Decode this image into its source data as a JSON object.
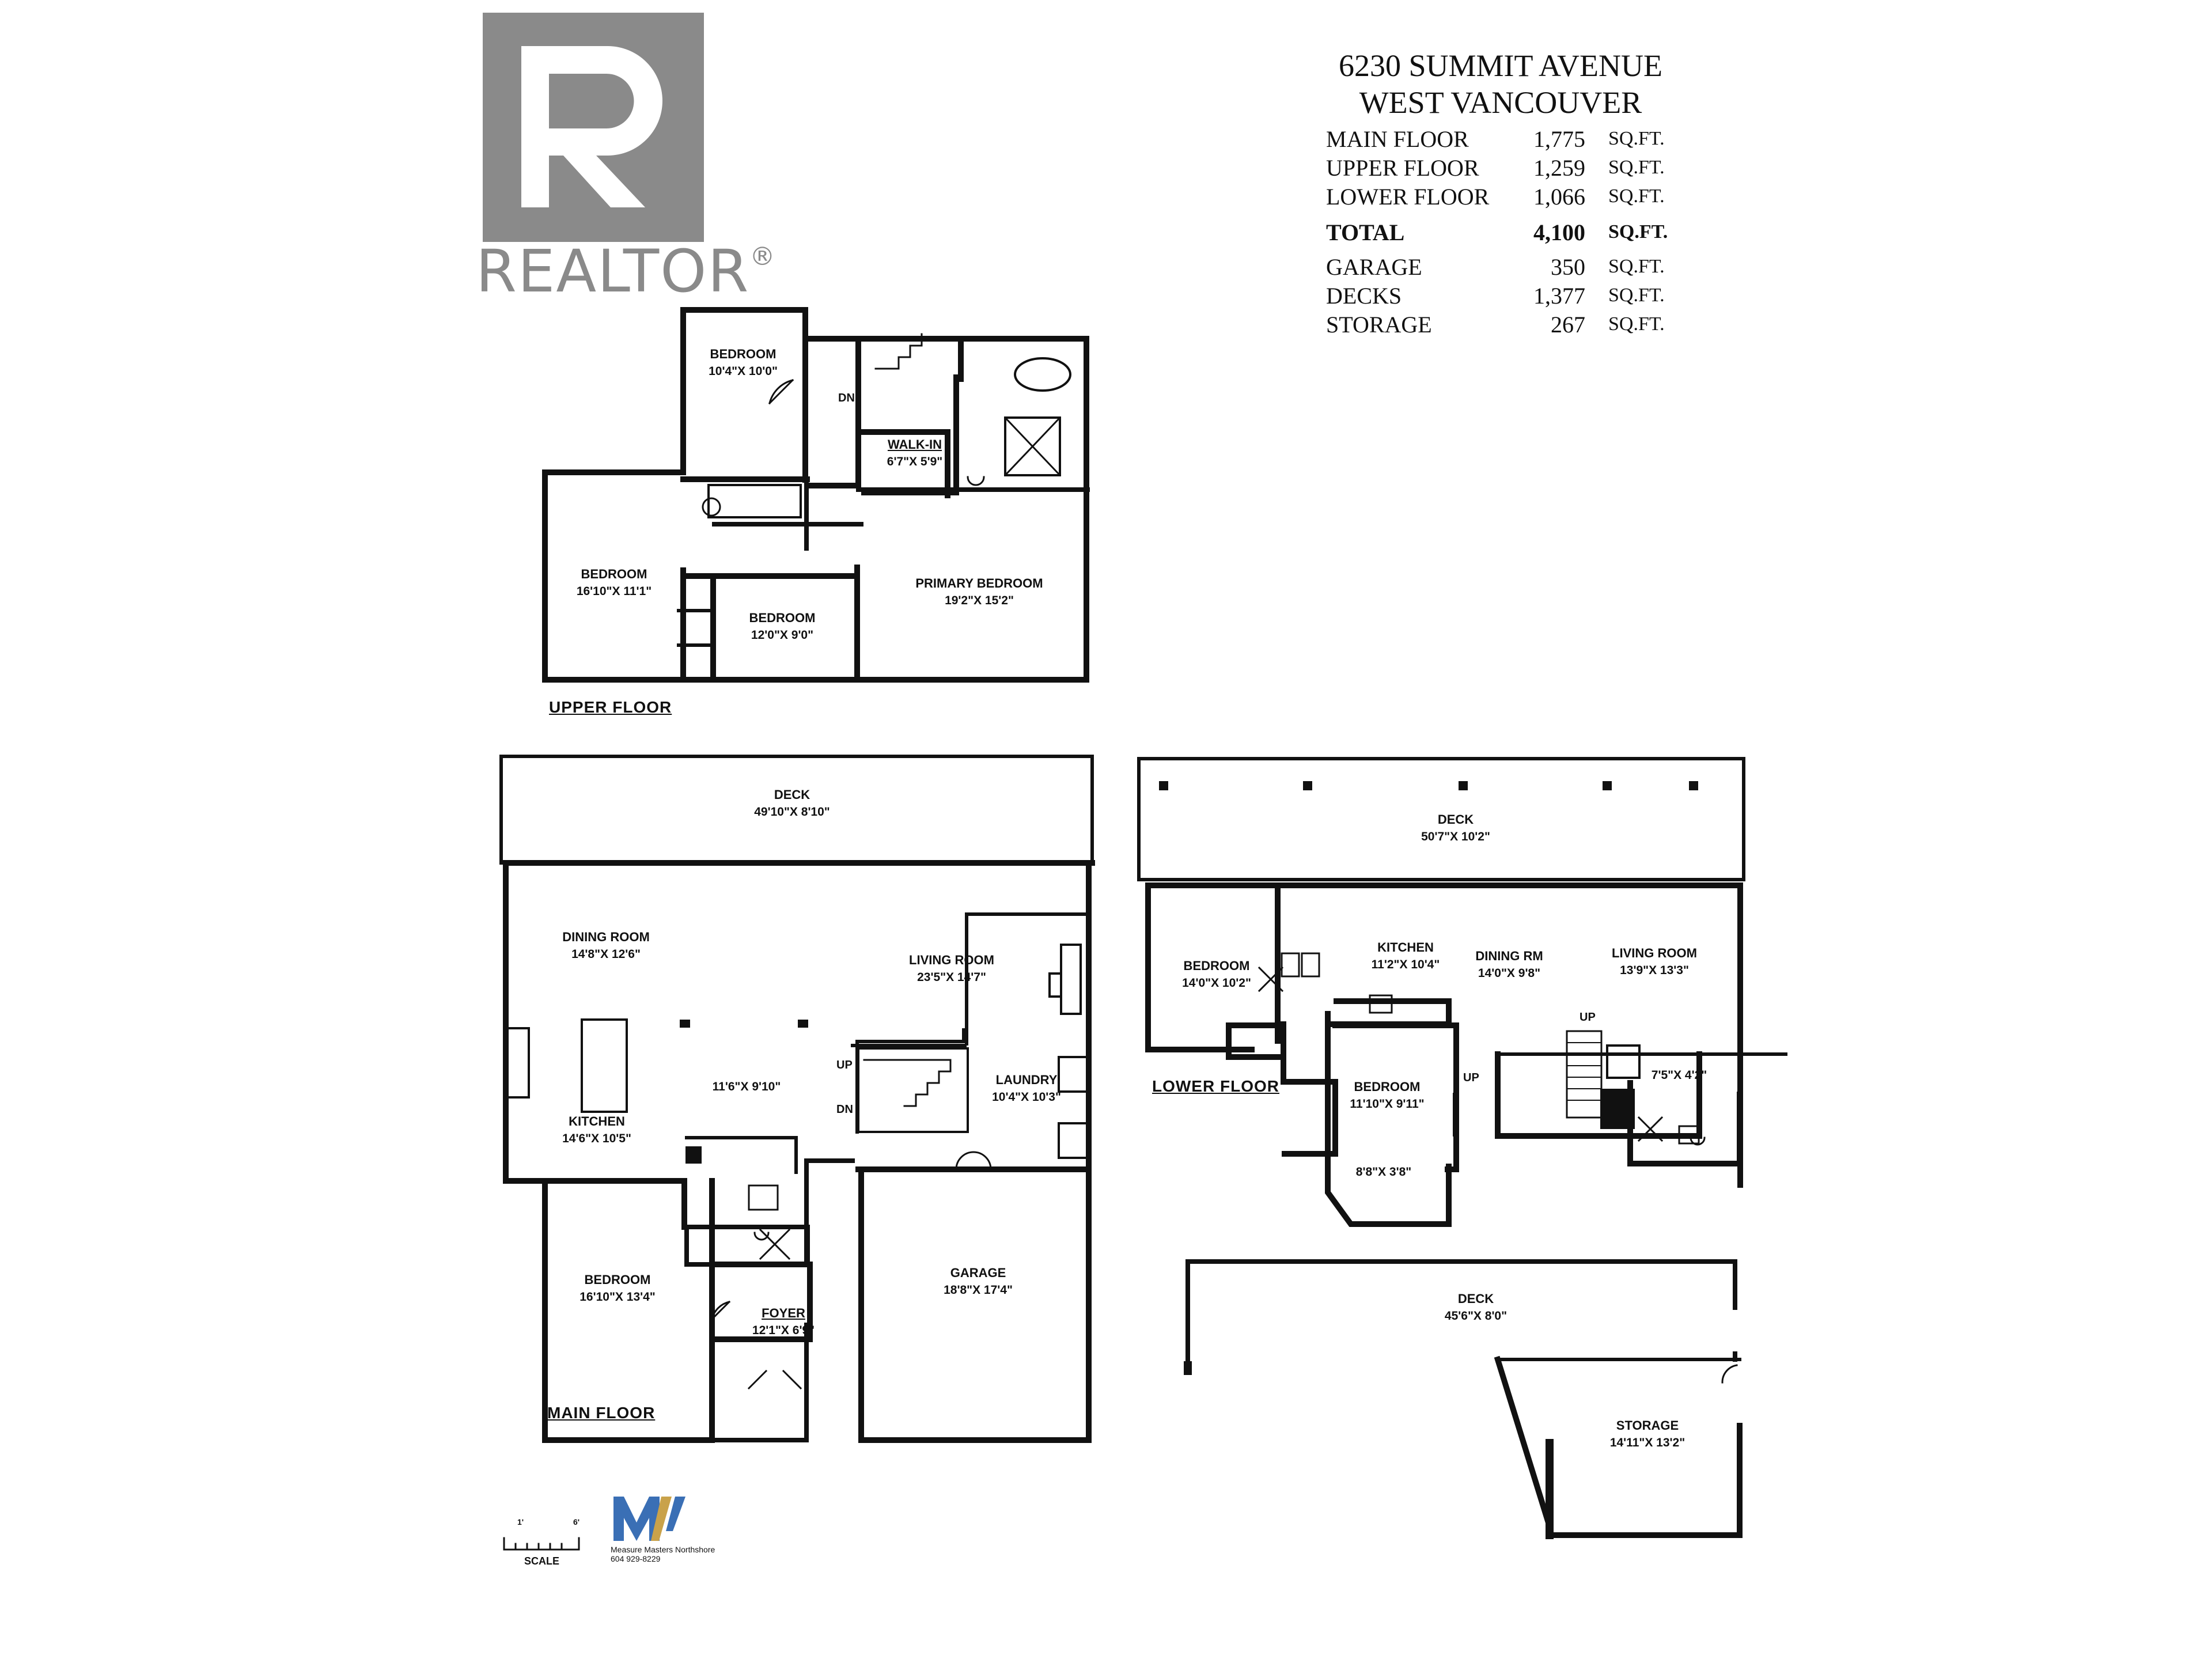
{
  "brand": {
    "realtor_word": "REALTOR",
    "realtor_reg": "®",
    "gray": "#8a8a8a"
  },
  "address": {
    "line1": "6230 SUMMIT AVENUE",
    "line2": "WEST VANCOUVER"
  },
  "areas": {
    "main": {
      "label": "MAIN FLOOR",
      "value": "1,775",
      "unit": "SQ.FT."
    },
    "upper": {
      "label": "UPPER FLOOR",
      "value": "1,259",
      "unit": "SQ.FT."
    },
    "lower": {
      "label": "LOWER FLOOR",
      "value": "1,066",
      "unit": "SQ.FT."
    },
    "total": {
      "label": "TOTAL",
      "value": "4,100",
      "unit": "SQ.FT."
    },
    "garage": {
      "label": "GARAGE",
      "value": "350",
      "unit": "SQ.FT."
    },
    "decks": {
      "label": "DECKS",
      "value": "1,377",
      "unit": "SQ.FT."
    },
    "storage": {
      "label": "STORAGE",
      "value": "267",
      "unit": "SQ.FT."
    }
  },
  "floors": {
    "upper": "UPPER FLOOR",
    "main": "MAIN FLOOR",
    "lower": "LOWER FLOOR"
  },
  "upper_rooms": [
    {
      "name": "BEDROOM",
      "dim": "10'4\"X 10'0\""
    },
    {
      "name": "WALK-IN",
      "dim": "6'7\"X 5'9\""
    },
    {
      "name": "BEDROOM",
      "dim": "16'10\"X 11'1\""
    },
    {
      "name": "BEDROOM",
      "dim": "12'0\"X 9'0\""
    },
    {
      "name": "PRIMARY BEDROOM",
      "dim": "19'2\"X 15'2\""
    }
  ],
  "main_rooms": [
    {
      "name": "DECK",
      "dim": "49'10\"X 8'10\""
    },
    {
      "name": "DINING ROOM",
      "dim": "14'8\"X 12'6\""
    },
    {
      "name": "LIVING ROOM",
      "dim": "23'5\"X 14'7\""
    },
    {
      "name": "",
      "dim": "11'6\"X 9'10\""
    },
    {
      "name": "LAUNDRY",
      "dim": "10'4\"X 10'3\""
    },
    {
      "name": "KITCHEN",
      "dim": "14'6\"X 10'5\""
    },
    {
      "name": "GARAGE",
      "dim": "18'8\"X 17'4\""
    },
    {
      "name": "BEDROOM",
      "dim": "16'10\"X 13'4\""
    },
    {
      "name": "FOYER",
      "dim": "12'1\"X 6'9\""
    }
  ],
  "lower_rooms": [
    {
      "name": "DECK",
      "dim": "50'7\"X 10'2\""
    },
    {
      "name": "BEDROOM",
      "dim": "14'0\"X 10'2\""
    },
    {
      "name": "KITCHEN",
      "dim": "11'2\"X 10'4\""
    },
    {
      "name": "DINING RM",
      "dim": "14'0\"X 9'8\""
    },
    {
      "name": "LIVING ROOM",
      "dim": "13'9\"X 13'3\""
    },
    {
      "name": "",
      "dim": "7'5\"X 4'2\""
    },
    {
      "name": "BEDROOM",
      "dim": "11'10\"X 9'11\""
    },
    {
      "name": "",
      "dim": "8'8\"X 3'8\""
    },
    {
      "name": "DECK",
      "dim": "45'6\"X 8'0\""
    },
    {
      "name": "STORAGE",
      "dim": "14'11\"X 13'2\""
    }
  ],
  "tags": {
    "dn": "DN",
    "up": "UP"
  },
  "scale": {
    "label": "SCALE",
    "left": "1'",
    "right": "6'"
  },
  "measure_masters": {
    "name": "Measure Masters Northshore",
    "phone": "604 929-8229",
    "mark_color": "#3a6fb5",
    "accent_color": "#c9a24a"
  }
}
